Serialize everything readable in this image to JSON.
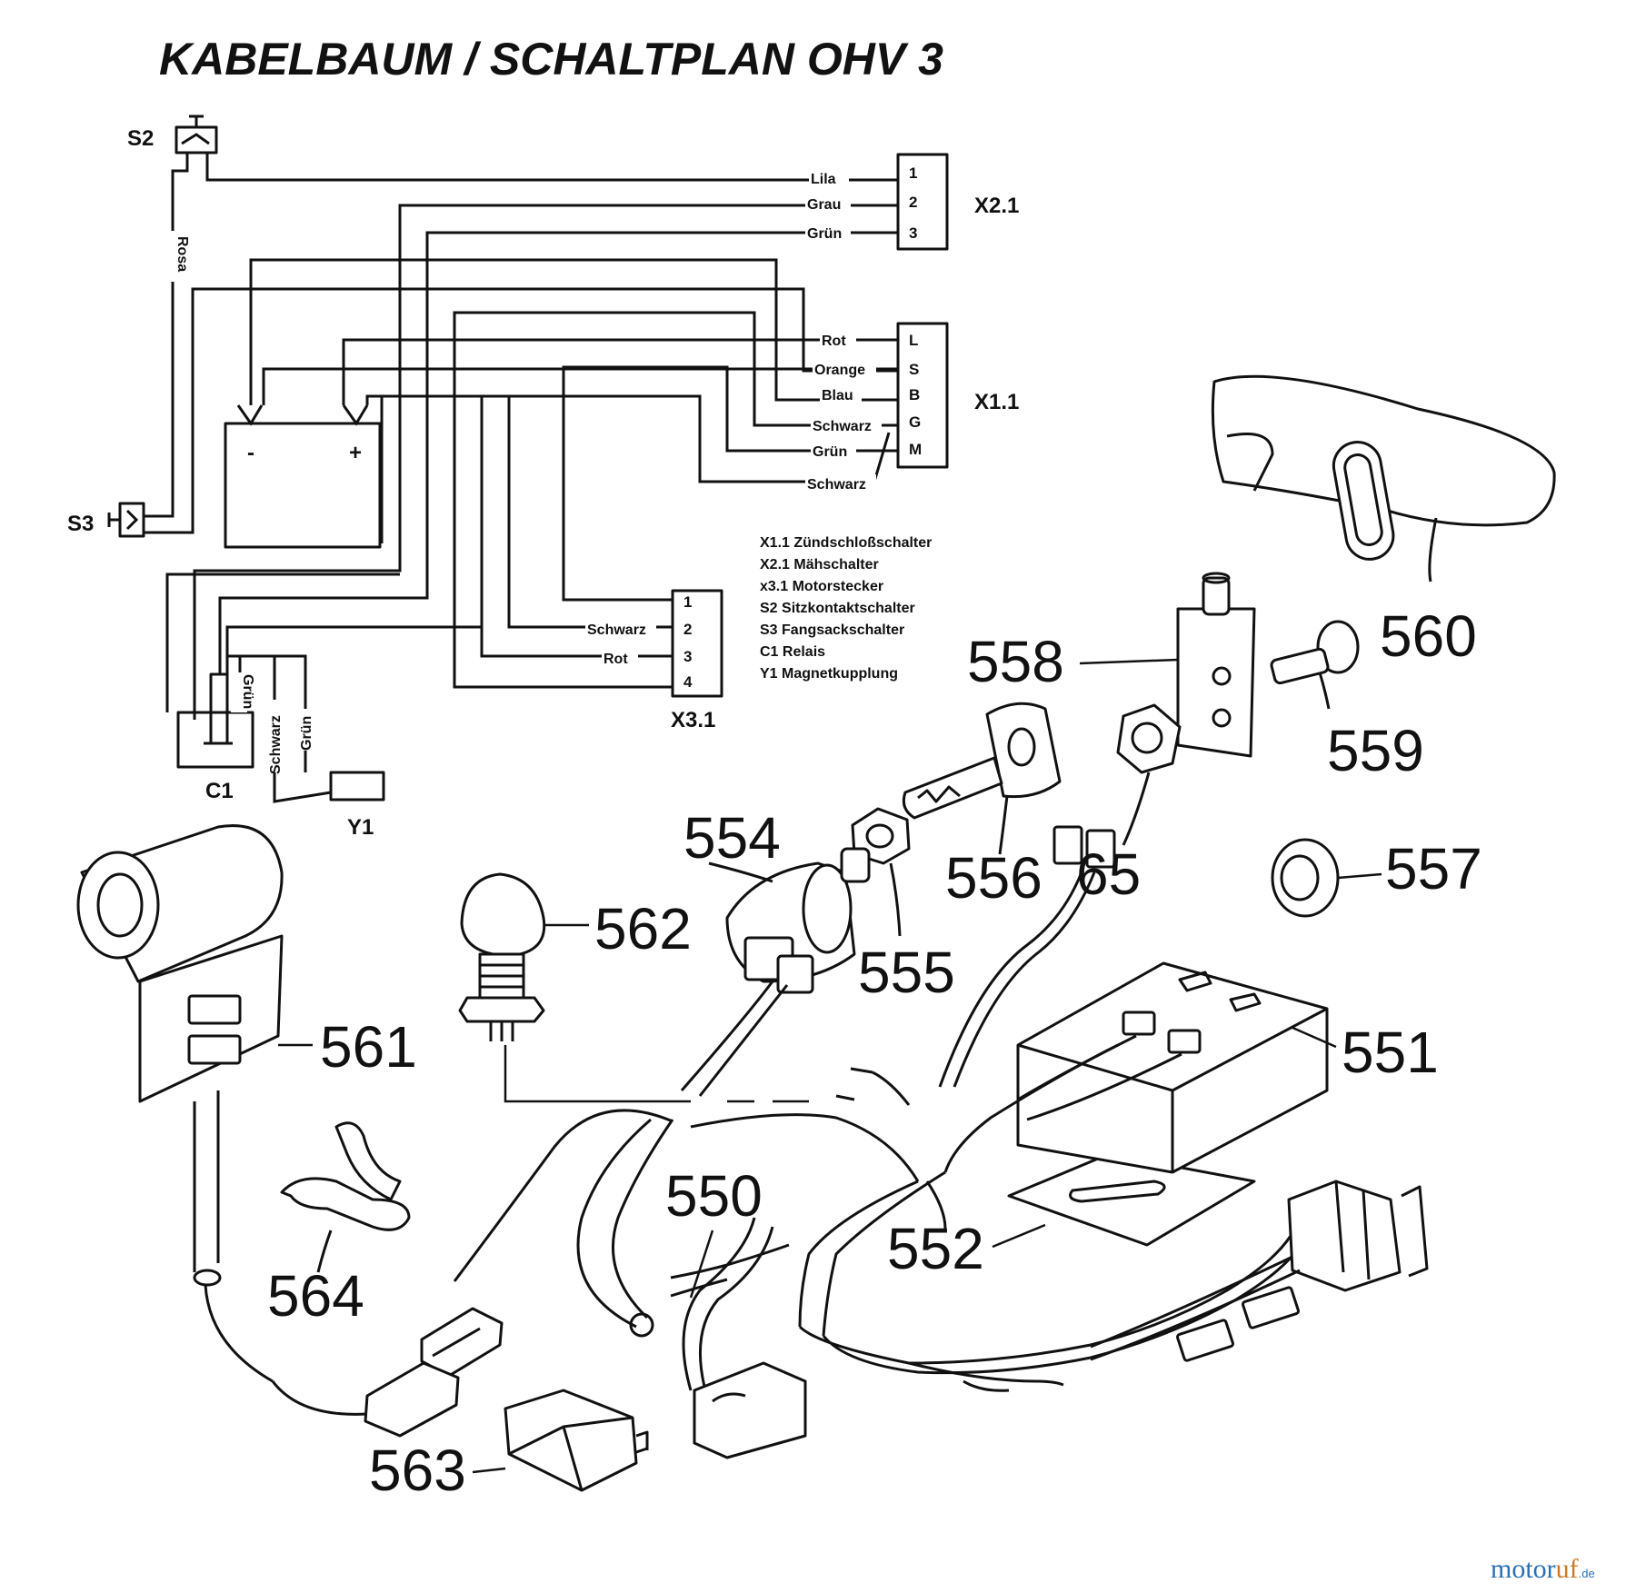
{
  "title": "KABELBAUM / SCHALTPLAN OHV 3",
  "components": {
    "s2": "S2",
    "s3": "S3",
    "x21": "X2.1",
    "x11": "X1.1",
    "x31": "X3.1",
    "c1": "C1",
    "y1": "Y1"
  },
  "x21_wires": [
    "Lila",
    "Grau",
    "Grün"
  ],
  "x21_pins": [
    "1",
    "2",
    "3"
  ],
  "x11_wires": [
    "Rot",
    "Orange",
    "Blau",
    "Schwarz",
    "Grün",
    "Schwarz"
  ],
  "x11_pins": [
    "L",
    "S",
    "B",
    "G",
    "M"
  ],
  "x31_wires": [
    "Schwarz",
    "Rot"
  ],
  "x31_pins": [
    "1",
    "2",
    "3",
    "4"
  ],
  "s2_wire": "Rosa",
  "c1_wires": [
    "Grün",
    "Schwarz",
    "Grün"
  ],
  "battery": {
    "minus": "-",
    "plus": "+"
  },
  "legend": [
    "X1.1 Zündschloßschalter",
    "X2.1 Mähschalter",
    "x3.1 Motorstecker",
    "S2  Sitzkontaktschalter",
    "S3  Fangsackschalter",
    "C1  Relais",
    "Y1  Magnetkupplung"
  ],
  "part_numbers": {
    "p560": "560",
    "p558": "558",
    "p559": "559",
    "p554": "554",
    "p556": "556",
    "p65": "65",
    "p557": "557",
    "p562": "562",
    "p555": "555",
    "p561": "561",
    "p551": "551",
    "p550": "550",
    "p552": "552",
    "p564": "564",
    "p563": "563"
  },
  "watermark": {
    "brand_a": "motor",
    "brand_b": "uf",
    "tld": ".de"
  }
}
